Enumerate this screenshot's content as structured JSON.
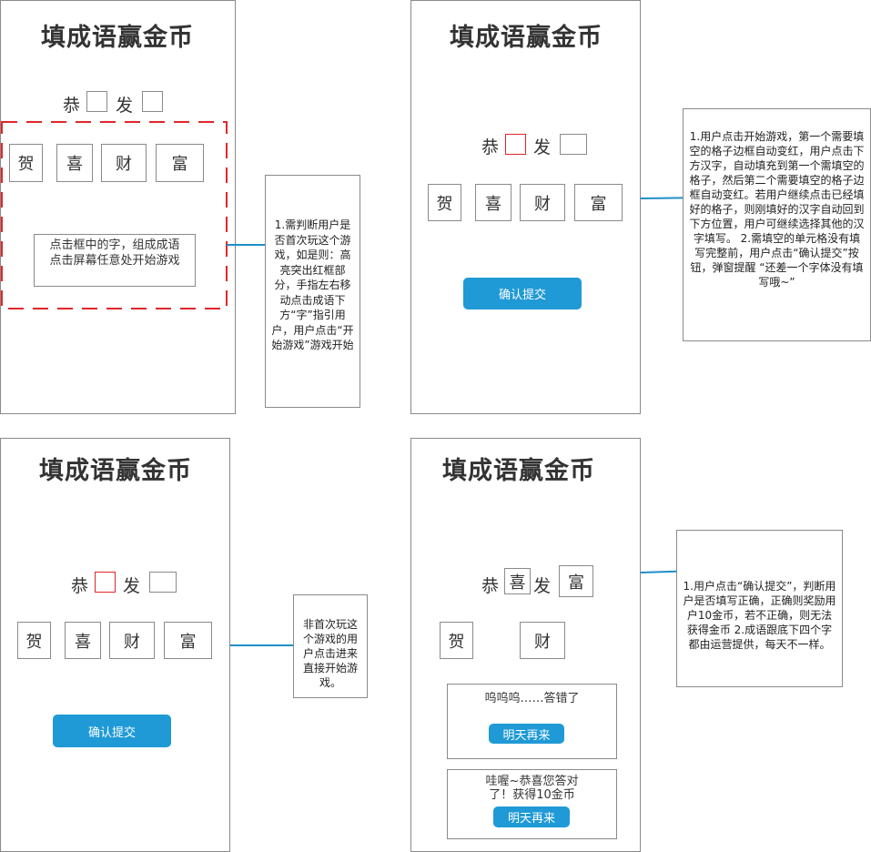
{
  "screens": [
    {
      "title": "填成语赢金币",
      "idiom_first": "恭",
      "idiom_third": "发",
      "tiles": [
        "贺",
        "喜",
        "财",
        "富"
      ],
      "hint": "点击框中的字，组成成语点击屏幕任意处开始游戏"
    },
    {
      "title": "填成语赢金币",
      "idiom_first": "恭",
      "idiom_third": "发",
      "tiles": [
        "贺",
        "喜",
        "财",
        "富"
      ],
      "submit_label": "确认提交"
    },
    {
      "title": "填成语赢金币",
      "idiom_first": "恭",
      "idiom_third": "发",
      "tiles": [
        "贺",
        "喜",
        "财",
        "富"
      ],
      "submit_label": "确认提交"
    },
    {
      "title": "填成语赢金币",
      "idiom_first": "恭",
      "idiom_second": "喜",
      "idiom_third": "发",
      "idiom_fourth": "富",
      "tiles": [
        "贺",
        "财"
      ],
      "wrong_message": "呜呜呜……答错了",
      "wrong_button": "明天再来",
      "right_message": "哇喔~恭喜您答对了！获得10金币",
      "right_button": "明天再来"
    }
  ],
  "notes": {
    "first_play": "1.需判断用户是否首次玩这个游戏，如是则：高亮突出红框部分，手指左右移动点击成语下方“字”指引用户，用户点击“开始游戏”游戏开始",
    "game_start": "1.用户点击开始游戏，第一个需要填空的格子边框自动变红，用户点击下方汉字，自动填充到第一个需填空的格子，然后第二个需要填空的格子边框自动变红。若用户继续点击已经填好的格子，则刚填好的汉字自动回到下方位置，用户可继续选择其他的汉字填写。 2.需填空的单元格没有填写完整前，用户点击“确认提交”按钮，弹窗提醒 “还差一个字体没有填写哦~”",
    "returning_user": "非首次玩这个游戏的用户点击进来直接开始游戏。",
    "submit": "1.用户点击“确认提交”，判断用户是否填写正确，正确则奖励用户10金币，若不正确，则无法获得金币 2.成语跟底下四个字都由运营提供，每天不一样。"
  },
  "colors": {
    "accent": "#1f9ad6",
    "highlight": "#e0262a",
    "border": "#8a8a8a"
  }
}
